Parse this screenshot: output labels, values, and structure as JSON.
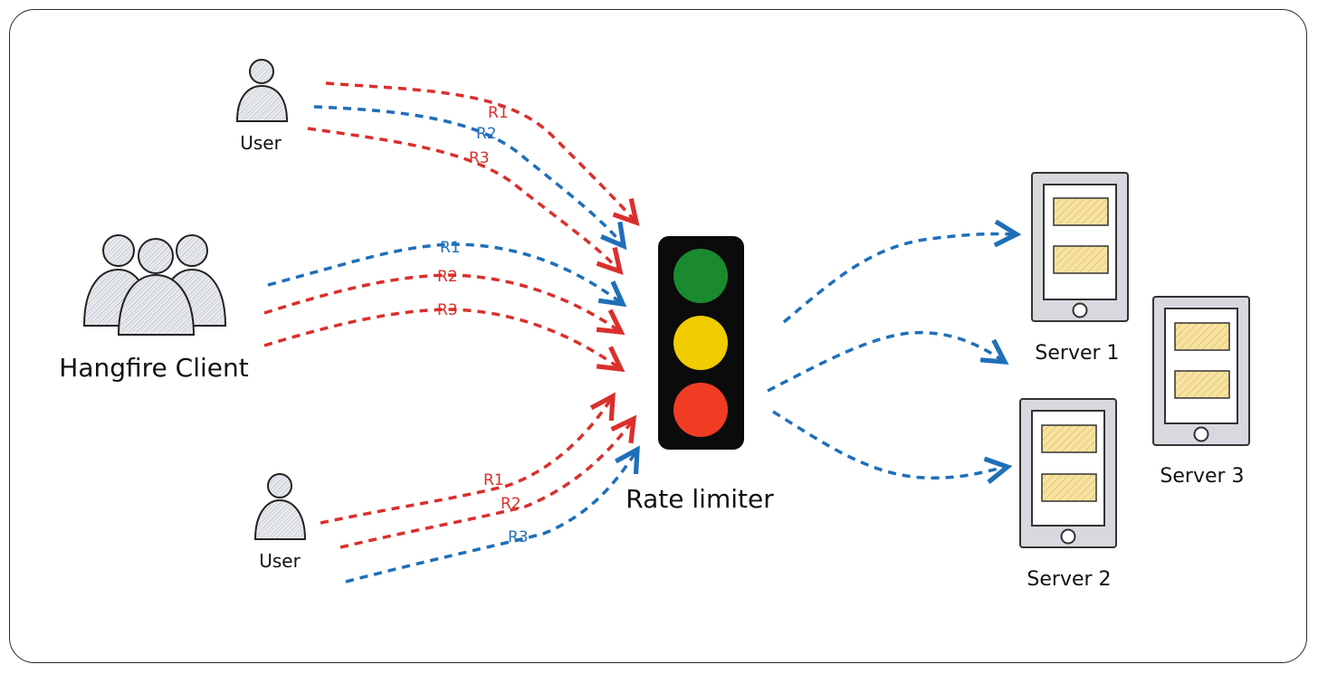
{
  "actors": {
    "top_user": "User",
    "client": "Hangfire Client",
    "bottom_user": "User"
  },
  "rate_limiter": {
    "label": "Rate limiter",
    "lights": [
      "#1b8a2e",
      "#f0cc00",
      "#f03c23"
    ]
  },
  "servers": [
    "Server 1",
    "Server 2",
    "Server 3"
  ],
  "requests": {
    "top_user": [
      "R1",
      "R2",
      "R3"
    ],
    "client": [
      "R1",
      "R2",
      "R3"
    ],
    "bottom_user": [
      "R1",
      "R2",
      "R3"
    ]
  },
  "colors": {
    "red": "#d9302c",
    "blue": "#1f6fb8",
    "user_fill": "#e6e8ec",
    "server_body": "#d7d9de",
    "card_fill": "#f3d77a"
  }
}
